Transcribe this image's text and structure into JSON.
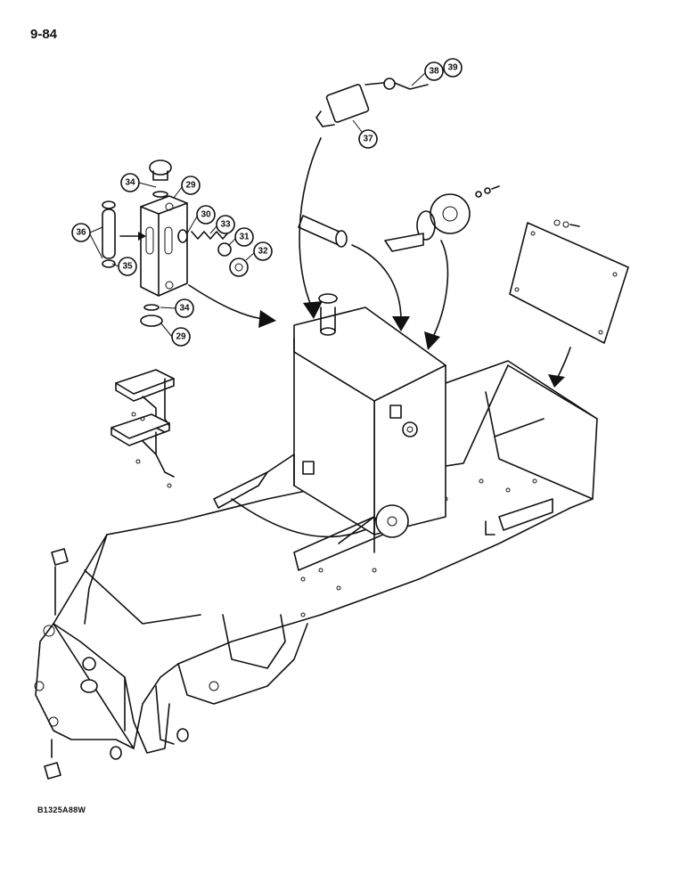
{
  "page": {
    "number": "9-84"
  },
  "figure": {
    "code": "B1325A88W"
  },
  "callouts": [
    {
      "id": "29a",
      "label": "29"
    },
    {
      "id": "29b",
      "label": "29"
    },
    {
      "id": "30",
      "label": "30"
    },
    {
      "id": "31",
      "label": "31"
    },
    {
      "id": "32",
      "label": "32"
    },
    {
      "id": "33",
      "label": "33"
    },
    {
      "id": "34a",
      "label": "34"
    },
    {
      "id": "34b",
      "label": "34"
    },
    {
      "id": "35",
      "label": "35"
    },
    {
      "id": "36",
      "label": "36"
    },
    {
      "id": "37",
      "label": "37"
    },
    {
      "id": "38",
      "label": "38"
    },
    {
      "id": "39",
      "label": "39"
    }
  ]
}
